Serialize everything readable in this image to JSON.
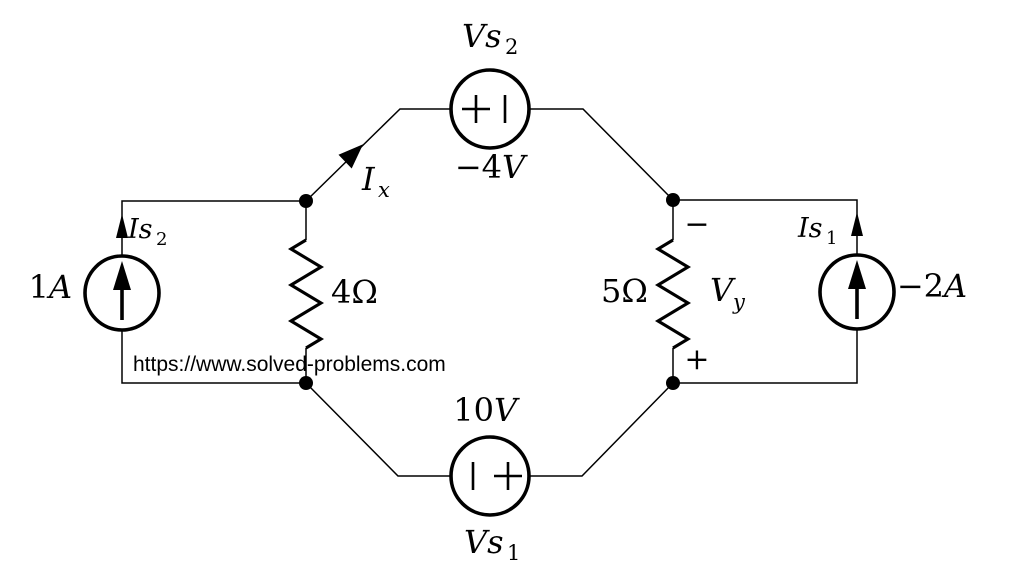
{
  "circuit": {
    "colors": {
      "ink": "#000000",
      "watermark": "#f0483e",
      "background": "#ffffff"
    },
    "watermark": {
      "text": "https://www.solved-problems.com"
    },
    "sources": {
      "vs2": {
        "kind": "voltage-source",
        "name": "Vs",
        "name_sub": "2",
        "value_num": "−4",
        "value_unit": "V"
      },
      "vs1": {
        "kind": "voltage-source",
        "name": "Vs",
        "name_sub": "1",
        "value_num": "10",
        "value_unit": "V"
      },
      "is2": {
        "kind": "current-source",
        "name": "Is",
        "name_sub": "2",
        "value_num": "1",
        "value_unit": "A"
      },
      "is1": {
        "kind": "current-source",
        "name": "Is",
        "name_sub": "1",
        "value_num": "−2",
        "value_unit": "A"
      }
    },
    "resistors": {
      "left": {
        "value": "4Ω"
      },
      "right": {
        "value": "5Ω",
        "voltage_name": "V",
        "voltage_sub": "y",
        "plus": "+",
        "minus": "−"
      }
    },
    "currents": {
      "ix_name": "I",
      "ix_sub": "x"
    }
  }
}
